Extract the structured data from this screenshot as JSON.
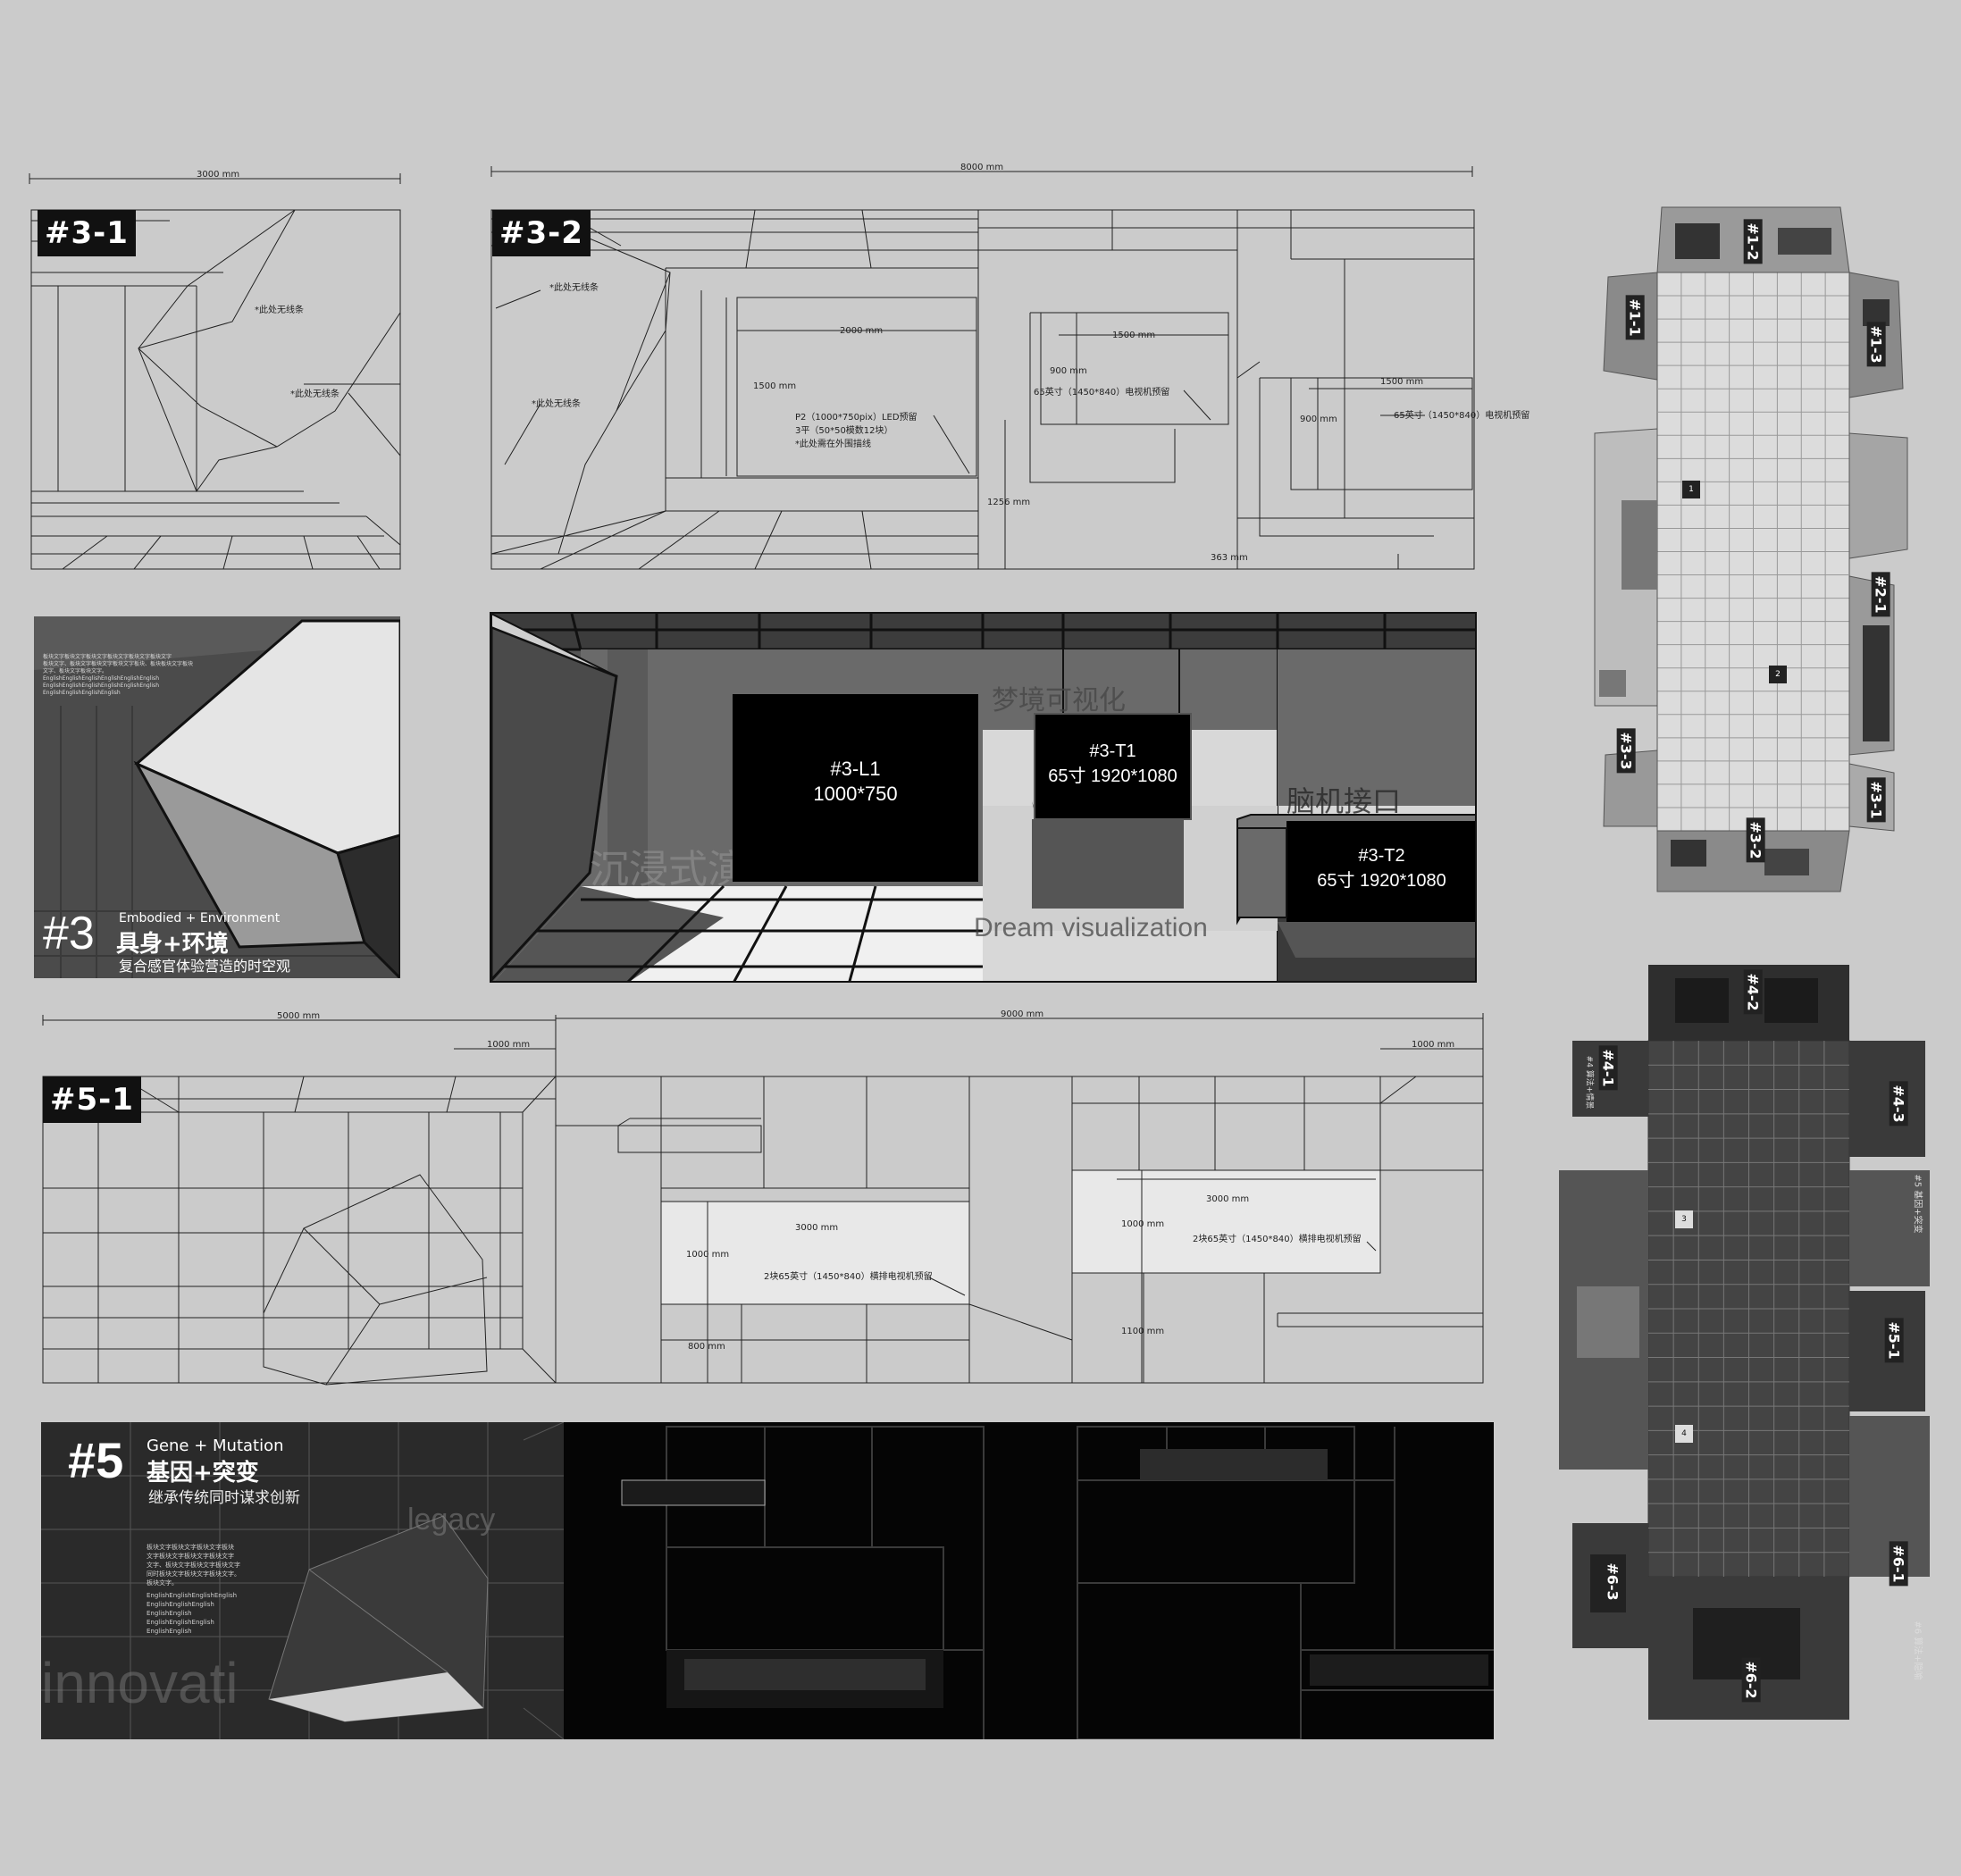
{
  "panels": {
    "p31": {
      "tag": "#3-1",
      "dim_width": "3000 mm",
      "notes": [
        "*此处无线条",
        "*此处无线条"
      ]
    },
    "p32": {
      "tag": "#3-2",
      "dim_width": "8000 mm",
      "notes_left": [
        "*此处无线条",
        "*此处无线条"
      ],
      "dim_screen_w": "2000 mm",
      "dim_screen_h": "1500 mm",
      "screen_note": [
        "P2（1000*750pix）LED预留",
        "3平（50*50模数12块）",
        "*此处需在外围描线"
      ],
      "dim_tv1_w": "1500 mm",
      "dim_tv1_h": "900 mm",
      "tv1_note": "65英寸（1450*840）电视机预留",
      "dim_tv2_w": "1500 mm",
      "dim_tv2_h": "900 mm",
      "tv2_note": "65英寸（1450*840）电视机预留",
      "dim_floor": "1256 mm",
      "dim_bottom": "363 mm"
    },
    "r3": {
      "num": "#3",
      "en": "Embodied + Environment",
      "title": "具身+环境",
      "subtitle": "复合感官体验营造的时空观",
      "body": [
        "板块文字板块文字板块文字板块文字板块文字板块文字",
        "板块文字、板块文字板块文字板块文字板块、板块板块文字板块",
        "文字、板块文字板块文字。",
        "EnglishEnglishEnglishEnglishEnglishEnglish",
        "EnglishEnglishEnglishEnglishEnglishEnglish",
        "EnglishEnglishEnglishEnglish"
      ]
    },
    "r32": {
      "l1_id": "#3-L1",
      "l1_size": "1000*750",
      "t1_id": "#3-T1",
      "t1_size": "65寸 1920*1080",
      "t2_id": "#3-T2",
      "t2_size": "65寸 1920*1080",
      "ghost_dream_cn": "梦境可视化",
      "ghost_bci": "脑机接口",
      "ghost_immersive": "沉浸式演出",
      "ghost_dream_en": "Dream visualization"
    },
    "p51": {
      "tag": "#5-1",
      "dim_left": "5000 mm",
      "dim_left_sub": "1000 mm",
      "dim_main": "9000 mm",
      "dim_right_sub": "1000 mm",
      "dim_a_w": "3000 mm",
      "dim_a_h": "1000 mm",
      "note_a": "2块65英寸（1450*840）横排电视机预留",
      "dim_a_floor": "800 mm",
      "dim_b_w": "3000 mm",
      "dim_b_h": "1000 mm",
      "note_b": "2块65英寸（1450*840）横排电视机预留",
      "dim_b_floor": "1100 mm"
    },
    "r5": {
      "num": "#5",
      "en": "Gene + Mutation",
      "title": "基因+突变",
      "subtitle": "继承传统同时谋求创新",
      "ghost_legacy": "legacy",
      "ghost_innovation": "innovation",
      "body": [
        "板块文字板块文字板块文字板块",
        "文字板块文字板块文字板块文字",
        "文字、板块文字板块文字板块文字",
        "同时板块文字板块文字板块文字。",
        "板块文字。",
        "EnglishEnglishEnglishEnglish",
        "EnglishEnglishEnglish",
        "EnglishEnglish",
        "EnglishEnglishEnglish",
        "EnglishEnglish"
      ]
    }
  },
  "net1": {
    "labels": [
      "#1-2",
      "#1-1",
      "#1-3",
      "#2-1",
      "#3-3",
      "#3-2",
      "#3-1"
    ],
    "markers": [
      "1",
      "2"
    ]
  },
  "net2": {
    "labels": [
      "#4-2",
      "#4-1",
      "#4-3",
      "#5-1",
      "#6-3",
      "#6-1",
      "#6-2"
    ],
    "markers": [
      "3",
      "4"
    ],
    "side_text": [
      "#5 基因+突变",
      "#6 算法+隐喻",
      "#4 算法+情景"
    ]
  }
}
